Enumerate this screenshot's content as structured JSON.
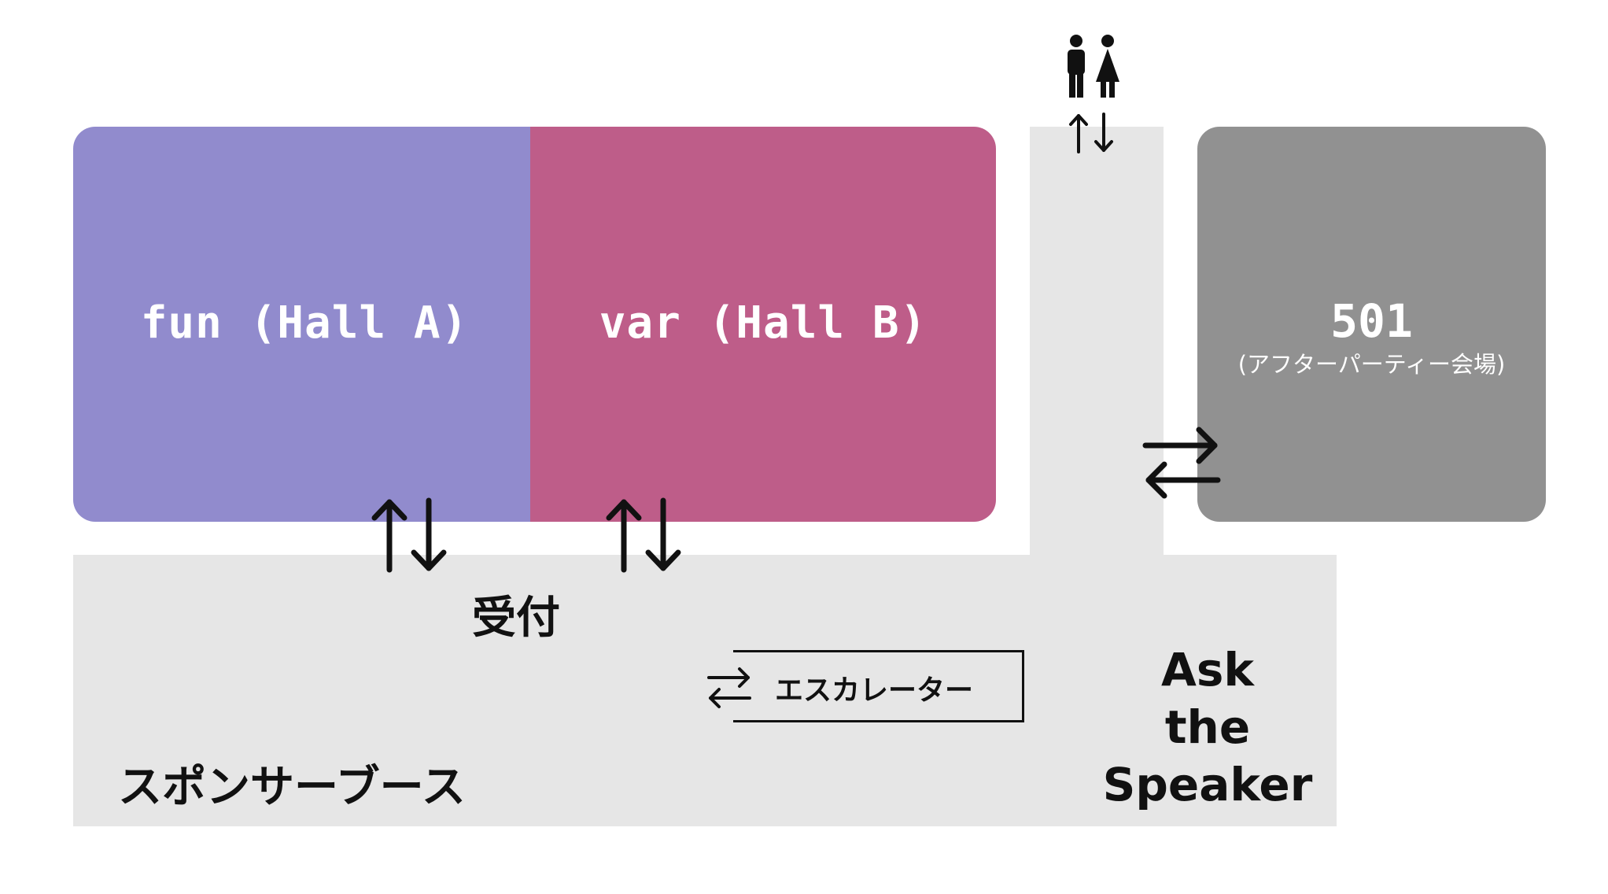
{
  "rooms": {
    "hall_a": {
      "label": "fun (Hall A)",
      "color": "#918bcd"
    },
    "hall_b": {
      "label": "var (Hall B)",
      "color": "#be5d89"
    },
    "room_501": {
      "number": "501",
      "subtitle": "(アフターパーティー会場)",
      "color": "#919191"
    }
  },
  "areas": {
    "corridor_color": "#e6e6e6",
    "reception": "受付",
    "sponsor_booth": "スポンサーブース",
    "ask_the_speaker": [
      "Ask",
      "the",
      "Speaker"
    ],
    "escalator": "エスカレーター"
  },
  "icons": {
    "restroom": "restroom-icon",
    "updown": "up-down-arrows-icon",
    "leftright": "left-right-arrows-icon"
  }
}
